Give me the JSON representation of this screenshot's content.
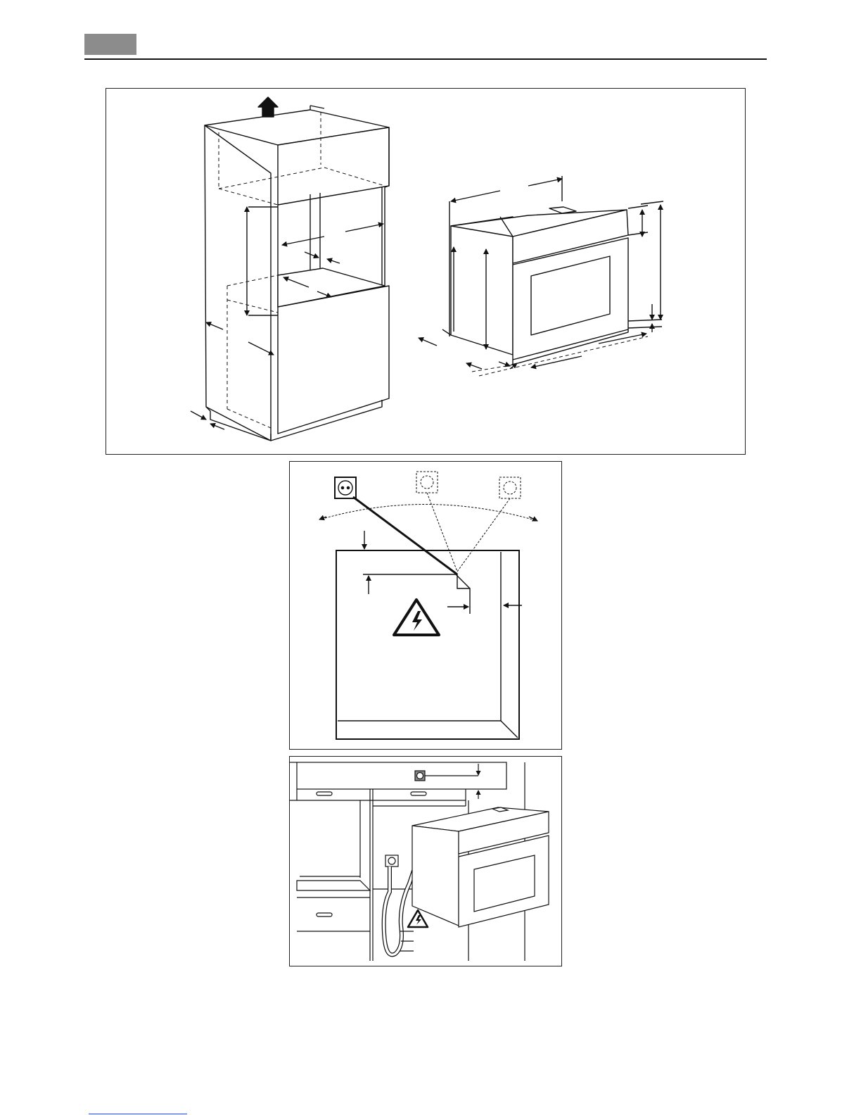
{
  "page": {
    "header": {
      "tab_color": "#8c8c8c",
      "rule_color": "#111111"
    },
    "figures": [
      {
        "id": "cabinet-and-oven-dimensions",
        "icons": [
          "up-arrow-icon",
          "dimension-arrow-icon"
        ]
      },
      {
        "id": "socket-placement-diagram",
        "icons": [
          "socket-icon",
          "electric-hazard-icon"
        ]
      },
      {
        "id": "oven-installation-scene",
        "icons": [
          "socket-icon",
          "electric-hazard-icon"
        ]
      }
    ],
    "footer": {
      "link_color": "#3a4fd0"
    }
  }
}
